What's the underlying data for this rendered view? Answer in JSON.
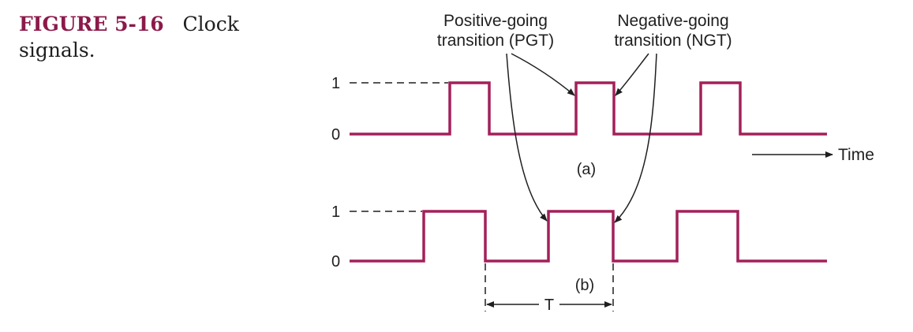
{
  "caption": {
    "figure_number": "FIGURE 5-16",
    "text": "Clock signals."
  },
  "annotations": {
    "pgt_line1": "Positive-going",
    "pgt_line2": "transition (PGT)",
    "ngt_line1": "Negative-going",
    "ngt_line2": "transition (NGT)",
    "time_label": "Time",
    "period_label": "T"
  },
  "waveforms": [
    {
      "label": "(a)",
      "level_high_label": "1",
      "level_low_label": "0",
      "high_intervals": [
        [
          570,
          620
        ],
        [
          730,
          778
        ],
        [
          888,
          938
        ]
      ]
    },
    {
      "label": "(b)",
      "level_high_label": "1",
      "level_low_label": "0",
      "high_intervals": [
        [
          537,
          615
        ],
        [
          695,
          777
        ],
        [
          858,
          935
        ]
      ]
    }
  ],
  "colors": {
    "signal": "#a3205a",
    "caption_accent": "#8b1a4a",
    "ink": "#1f1f1f"
  }
}
